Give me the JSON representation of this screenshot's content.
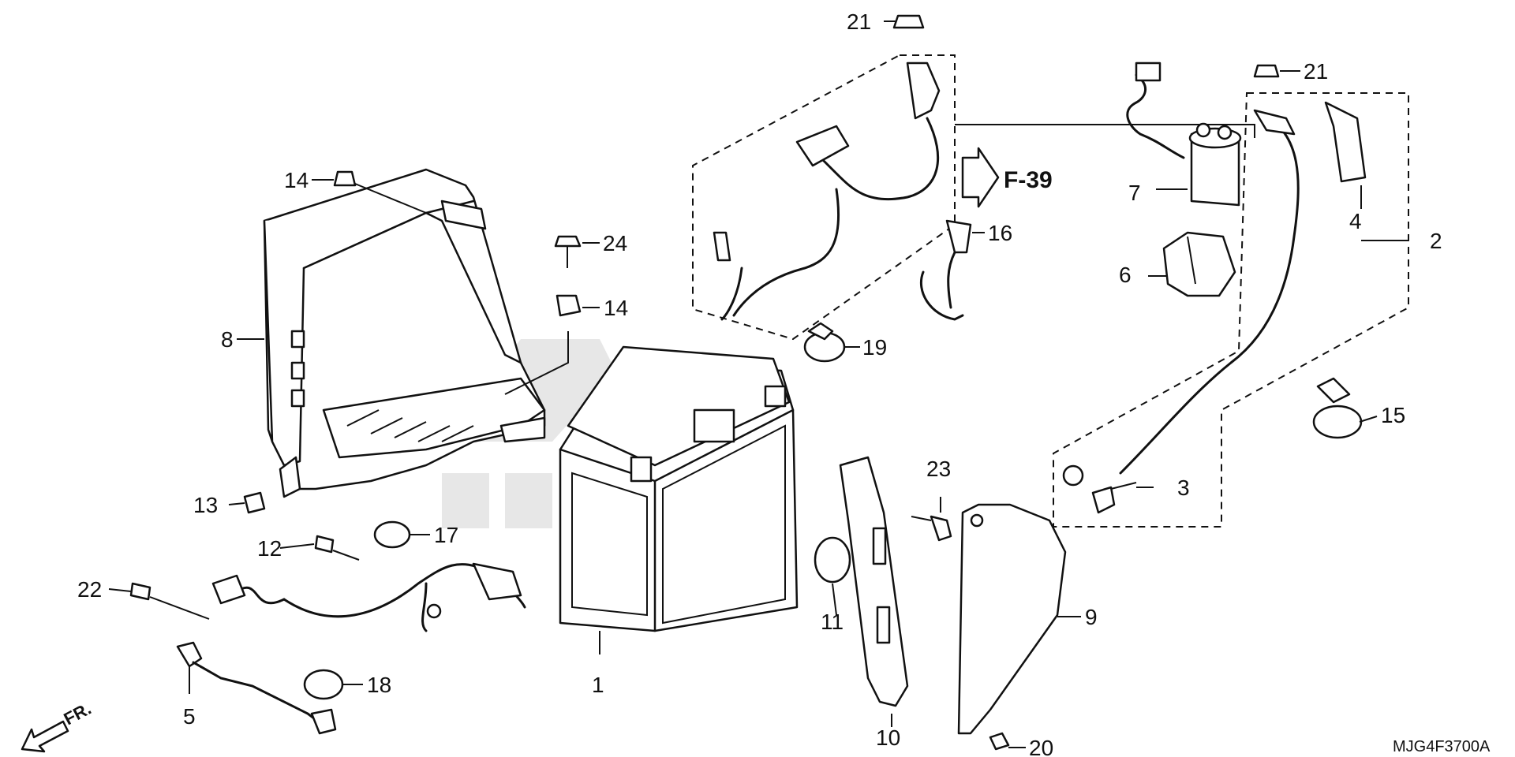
{
  "callouts": [
    {
      "id": "c1",
      "text": "1"
    },
    {
      "id": "c2",
      "text": "2"
    },
    {
      "id": "c3",
      "text": "3"
    },
    {
      "id": "c4",
      "text": "4"
    },
    {
      "id": "c5",
      "text": "5"
    },
    {
      "id": "c6",
      "text": "6"
    },
    {
      "id": "c7",
      "text": "7"
    },
    {
      "id": "c8",
      "text": "8"
    },
    {
      "id": "c9",
      "text": "9"
    },
    {
      "id": "c10",
      "text": "10"
    },
    {
      "id": "c11",
      "text": "11"
    },
    {
      "id": "c12",
      "text": "12"
    },
    {
      "id": "c13",
      "text": "13"
    },
    {
      "id": "c14a",
      "text": "14"
    },
    {
      "id": "c14b",
      "text": "14"
    },
    {
      "id": "c15",
      "text": "15"
    },
    {
      "id": "c16",
      "text": "16"
    },
    {
      "id": "c17",
      "text": "17"
    },
    {
      "id": "c18",
      "text": "18"
    },
    {
      "id": "c19",
      "text": "19"
    },
    {
      "id": "c20",
      "text": "20"
    },
    {
      "id": "c21a",
      "text": "21"
    },
    {
      "id": "c21b",
      "text": "21"
    },
    {
      "id": "c22",
      "text": "22"
    },
    {
      "id": "c23",
      "text": "23"
    },
    {
      "id": "c24",
      "text": "24"
    }
  ],
  "reference": "F-39",
  "front_label": "FR.",
  "diagram_code": "MJG4F3700A"
}
